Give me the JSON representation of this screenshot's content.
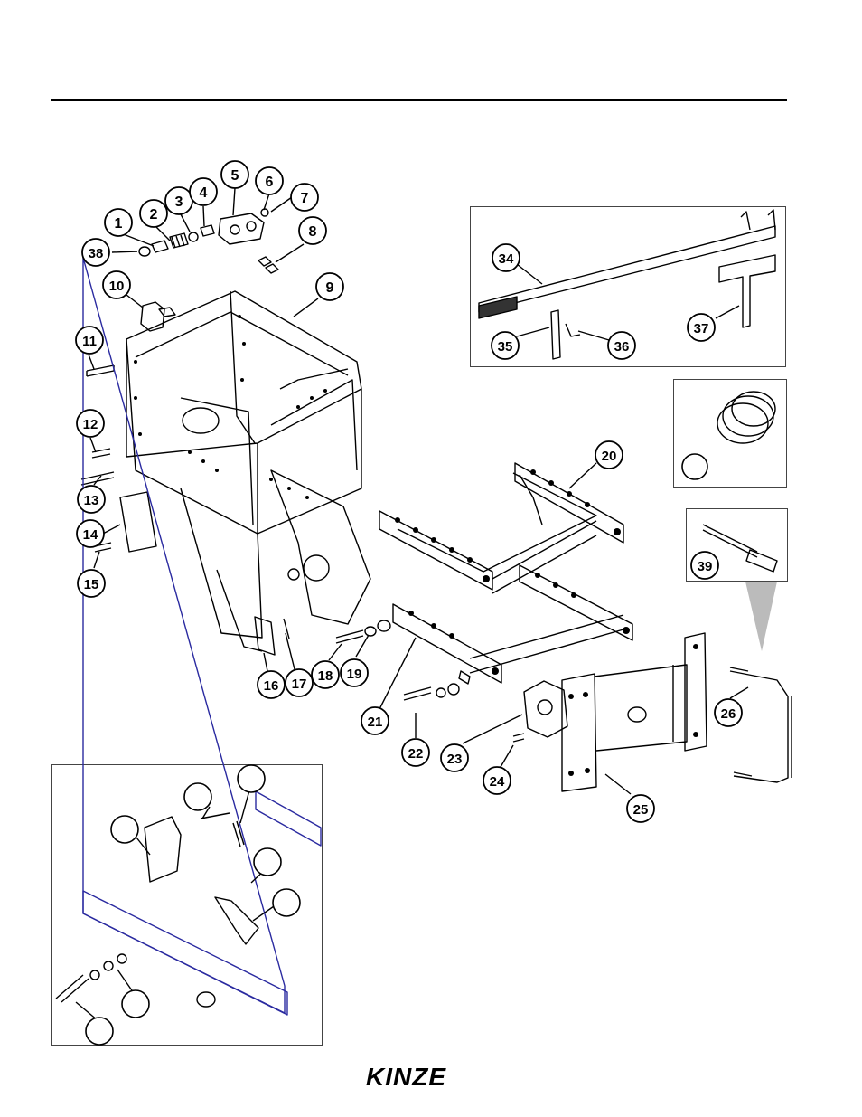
{
  "brand": {
    "logo_text": "KINZE"
  },
  "callouts": [
    {
      "id": "c1",
      "label": "1"
    },
    {
      "id": "c2",
      "label": "2"
    },
    {
      "id": "c3",
      "label": "3"
    },
    {
      "id": "c4",
      "label": "4"
    },
    {
      "id": "c5",
      "label": "5"
    },
    {
      "id": "c6",
      "label": "6"
    },
    {
      "id": "c7",
      "label": "7"
    },
    {
      "id": "c8",
      "label": "8"
    },
    {
      "id": "c9",
      "label": "9"
    },
    {
      "id": "c10",
      "label": "10"
    },
    {
      "id": "c11",
      "label": "11"
    },
    {
      "id": "c12",
      "label": "12"
    },
    {
      "id": "c13",
      "label": "13"
    },
    {
      "id": "c14",
      "label": "14"
    },
    {
      "id": "c15",
      "label": "15"
    },
    {
      "id": "c16",
      "label": "16"
    },
    {
      "id": "c17",
      "label": "17"
    },
    {
      "id": "c18",
      "label": "18"
    },
    {
      "id": "c19",
      "label": "19"
    },
    {
      "id": "c20",
      "label": "20"
    },
    {
      "id": "c21",
      "label": "21"
    },
    {
      "id": "c22",
      "label": "22"
    },
    {
      "id": "c23",
      "label": "23"
    },
    {
      "id": "c24",
      "label": "24"
    },
    {
      "id": "c25",
      "label": "25"
    },
    {
      "id": "c26",
      "label": "26"
    },
    {
      "id": "c34",
      "label": "34"
    },
    {
      "id": "c35",
      "label": "35"
    },
    {
      "id": "c36",
      "label": "36"
    },
    {
      "id": "c37",
      "label": "37"
    },
    {
      "id": "c38",
      "label": "38"
    },
    {
      "id": "c39",
      "label": "39"
    }
  ]
}
